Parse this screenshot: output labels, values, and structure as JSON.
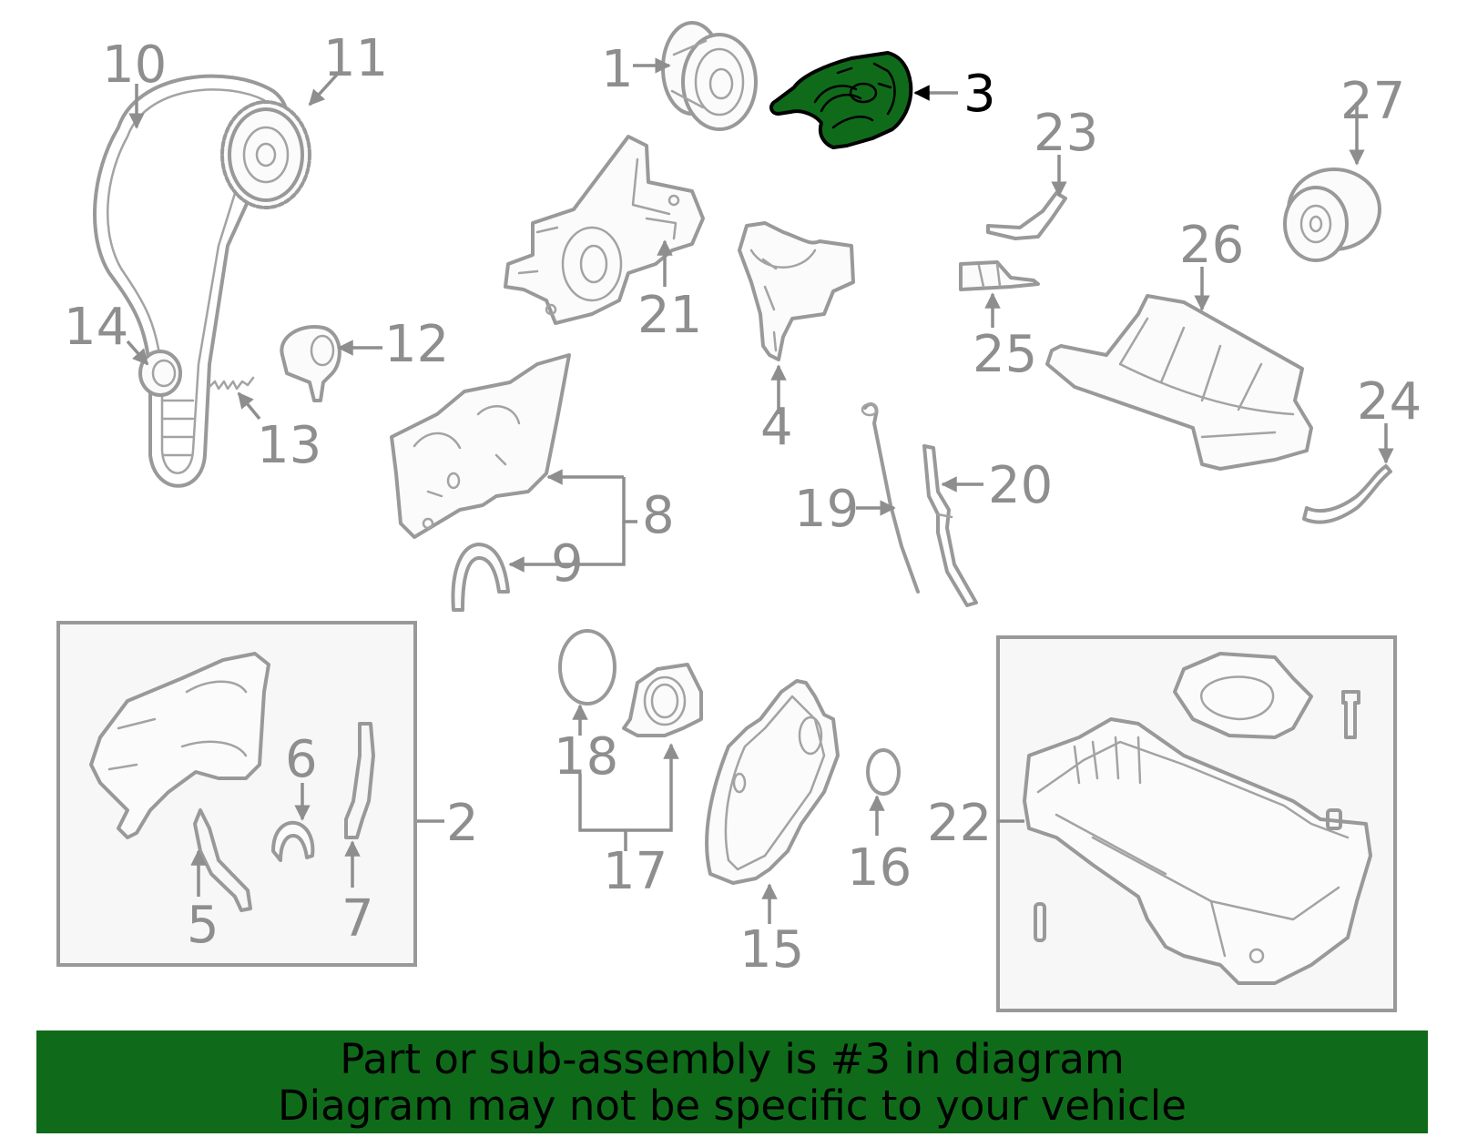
{
  "diagram": {
    "callouts": {
      "c1": "1",
      "c2": "2",
      "c3": "3",
      "c4": "4",
      "c5": "5",
      "c6": "6",
      "c7": "7",
      "c8": "8",
      "c9": "9",
      "c10": "10",
      "c11": "11",
      "c12": "12",
      "c13": "13",
      "c14": "14",
      "c15": "15",
      "c16": "16",
      "c17": "17",
      "c18": "18",
      "c19": "19",
      "c20": "20",
      "c21": "21",
      "c22": "22",
      "c23": "23",
      "c24": "24",
      "c25": "25",
      "c26": "26",
      "c27": "27"
    },
    "highlighted_part": "3",
    "highlight_color": "#0f6b1a",
    "line_color": "#999999"
  },
  "banner": {
    "line1": "Part or sub-assembly is #3 in diagram",
    "line2": "Diagram may not be specific to your vehicle",
    "background": "#0f6b1a"
  }
}
